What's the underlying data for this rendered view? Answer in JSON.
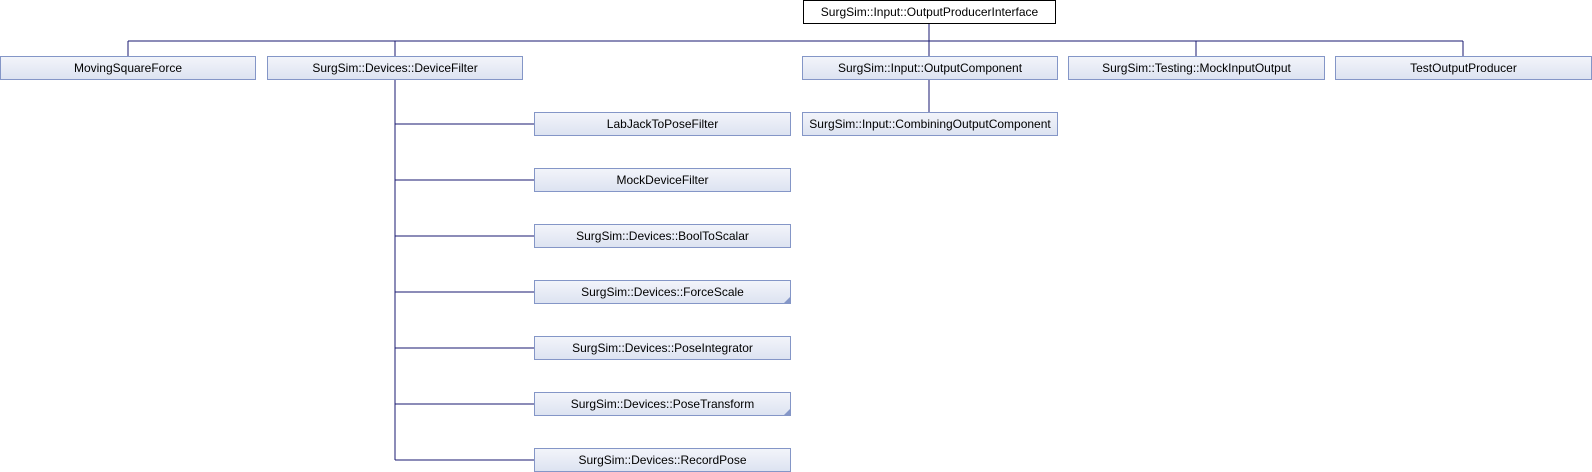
{
  "colors": {
    "edge": "#191970",
    "node_border": "#8496c7",
    "root_border": "#000000"
  },
  "nodes": {
    "root": "SurgSim::Input::OutputProducerInterface",
    "moving_square_force": "MovingSquareForce",
    "device_filter": "SurgSim::Devices::DeviceFilter",
    "output_component": "SurgSim::Input::OutputComponent",
    "mock_input_output": "SurgSim::Testing::MockInputOutput",
    "test_output_producer": "TestOutputProducer",
    "combining_output_component": "SurgSim::Input::CombiningOutputComponent",
    "labjack_to_pose_filter": "LabJackToPoseFilter",
    "mock_device_filter": "MockDeviceFilter",
    "bool_to_scalar": "SurgSim::Devices::BoolToScalar",
    "force_scale": "SurgSim::Devices::ForceScale",
    "pose_integrator": "SurgSim::Devices::PoseIntegrator",
    "pose_transform": "SurgSim::Devices::PoseTransform",
    "record_pose": "SurgSim::Devices::RecordPose"
  }
}
